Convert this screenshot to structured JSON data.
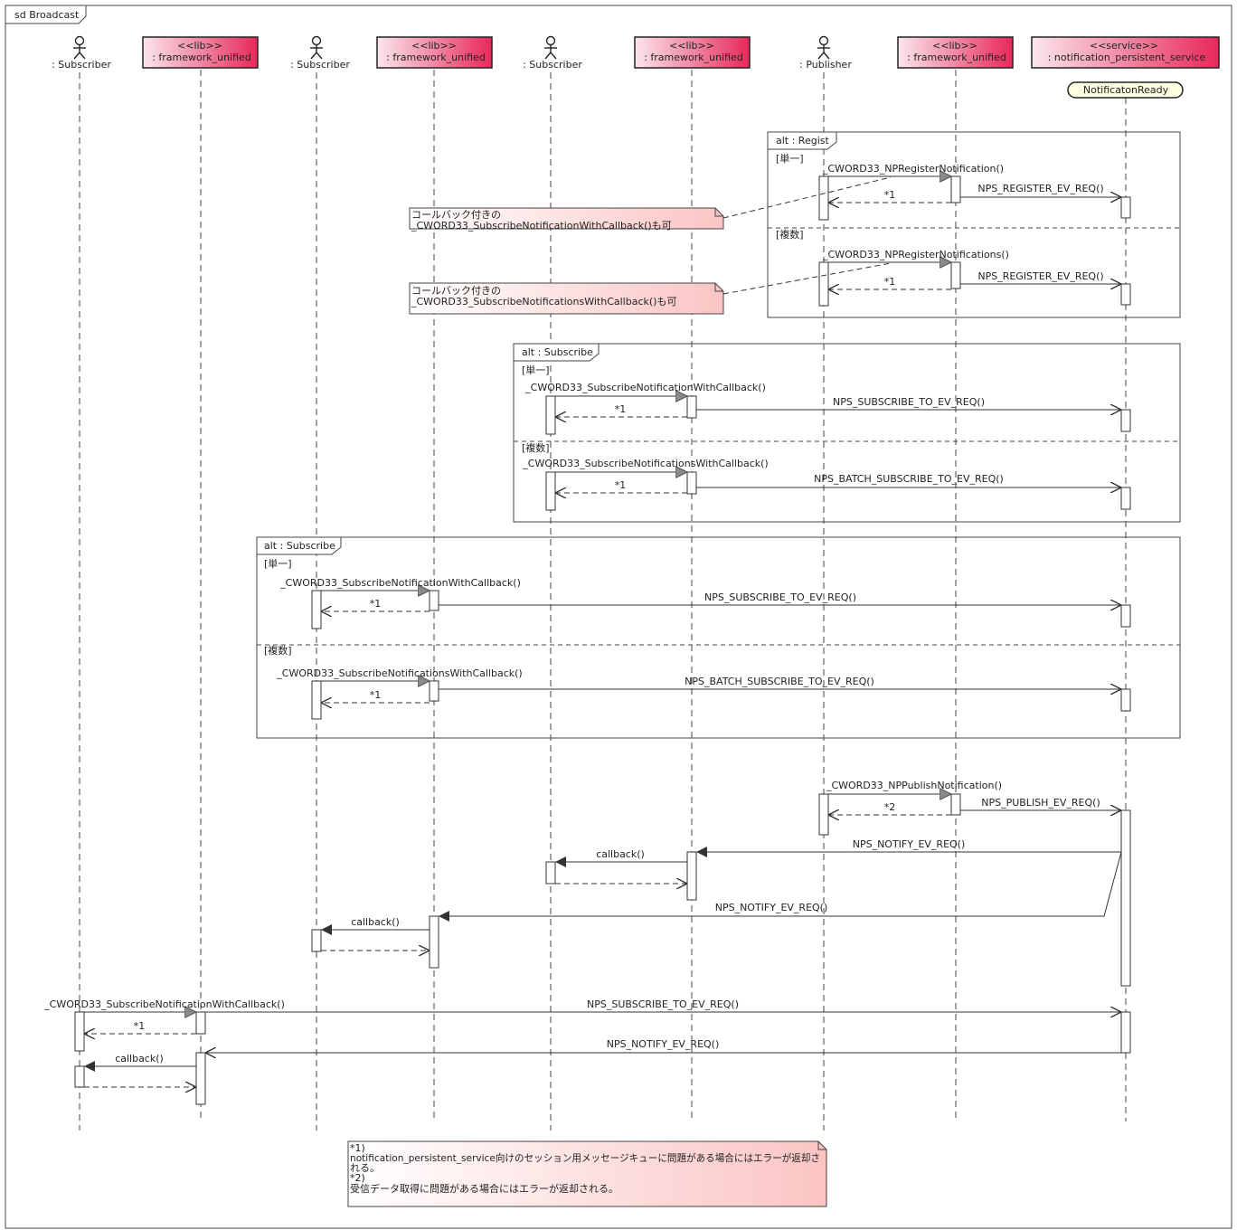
{
  "diagram": {
    "frame_label": "sd Broadcast",
    "actor_stereotype": "",
    "participants": [
      {
        "id": "sub1",
        "kind": "actor",
        "name": ": Subscriber"
      },
      {
        "id": "fw1",
        "kind": "lib",
        "stereotype": "<<lib>>",
        "name": ": framework_unified"
      },
      {
        "id": "sub2",
        "kind": "actor",
        "name": ": Subscriber"
      },
      {
        "id": "fw2",
        "kind": "lib",
        "stereotype": "<<lib>>",
        "name": ": framework_unified"
      },
      {
        "id": "sub3",
        "kind": "actor",
        "name": ": Subscriber"
      },
      {
        "id": "fw3",
        "kind": "lib",
        "stereotype": "<<lib>>",
        "name": ": framework_unified"
      },
      {
        "id": "pub",
        "kind": "actor",
        "name": ": Publisher"
      },
      {
        "id": "fw4",
        "kind": "lib",
        "stereotype": "<<lib>>",
        "name": ": framework_unified"
      },
      {
        "id": "nps",
        "kind": "service",
        "stereotype": "<<service>>",
        "name": ": notification_persistent_service"
      }
    ],
    "state": "NotificatonReady",
    "fragments": [
      {
        "title": "alt : Regist",
        "guards": [
          "[単一]",
          "[複数]"
        ]
      },
      {
        "title": "alt : Subscribe",
        "guards": [
          "[単一]",
          "[複数]"
        ]
      },
      {
        "title": "alt : Subscribe",
        "guards": [
          "[単一]",
          "[複数]"
        ]
      }
    ],
    "messages": {
      "register_single": "_CWORD33_NPRegisterNotification()",
      "register_multi": "_CWORD33_NPRegisterNotifications()",
      "reg_req": "NPS_REGISTER_EV_REQ()",
      "ret1": "*1",
      "ret2": "*2",
      "sub_single": "_CWORD33_SubscribeNotificationWithCallback()",
      "sub_multi": "_CWORD33_SubscribeNotificationsWithCallback()",
      "sub_req": "NPS_SUBSCRIBE_TO_EV_REQ()",
      "batch_req": "NPS_BATCH_SUBSCRIBE_TO_EV_REQ()",
      "publish": "_CWORD33_NPPublishNotification()",
      "publish_req": "NPS_PUBLISH_EV_REQ()",
      "notify_req": "NPS_NOTIFY_EV_REQ()",
      "callback": "callback()"
    },
    "notes": {
      "note1": [
        "コールバック付きの",
        "_CWORD33_SubscribeNotificationWithCallback()も可"
      ],
      "note2": [
        "コールバック付きの",
        "_CWORD33_SubscribeNotificationsWithCallback()も可"
      ],
      "footnote": [
        "*1)",
        "notification_persistent_service向けのセッション用メッセージキューに問題がある場合にはエラーが返却さ",
        "れる。",
        "*2)",
        "受信データ取得に問題がある場合にはエラーが返却される。"
      ]
    },
    "colors": {
      "participant_fill_start": "#fbe6ec",
      "participant_fill_end": "#e8285a",
      "note_fill": "#fbd3d3",
      "state_fill": "#fefee0"
    }
  }
}
